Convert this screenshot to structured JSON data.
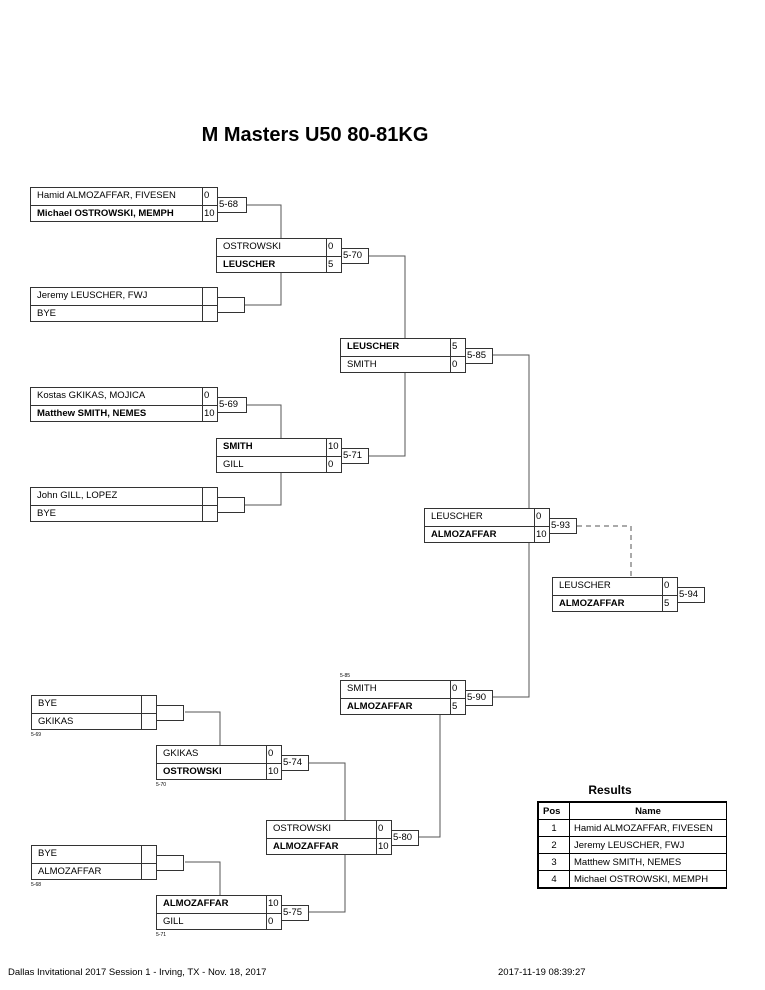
{
  "title": "M Masters U50 80-81KG",
  "matches": [
    {
      "id": "5-68",
      "top": {
        "name": "Hamid ALMOZAFFAR, FIVESEN",
        "score": "0",
        "winner": false
      },
      "bottom": {
        "name": "Michael OSTROWSKI, MEMPH",
        "score": "10",
        "winner": true
      }
    },
    {
      "id": "",
      "top": {
        "name": "Jeremy LEUSCHER, FWJ",
        "score": "",
        "winner": false
      },
      "bottom": {
        "name": "BYE",
        "score": "",
        "winner": false
      }
    },
    {
      "id": "5-69",
      "top": {
        "name": "Kostas GKIKAS, MOJICA",
        "score": "0",
        "winner": false
      },
      "bottom": {
        "name": "Matthew SMITH, NEMES",
        "score": "10",
        "winner": true
      }
    },
    {
      "id": "",
      "top": {
        "name": "John GILL, LOPEZ",
        "score": "",
        "winner": false
      },
      "bottom": {
        "name": "BYE",
        "score": "",
        "winner": false
      }
    },
    {
      "id": "5-70",
      "top": {
        "name": "OSTROWSKI",
        "score": "0",
        "winner": false
      },
      "bottom": {
        "name": "LEUSCHER",
        "score": "5",
        "winner": true
      }
    },
    {
      "id": "5-71",
      "top": {
        "name": "SMITH",
        "score": "10",
        "winner": true
      },
      "bottom": {
        "name": "GILL",
        "score": "0",
        "winner": false
      }
    },
    {
      "id": "5-85",
      "top": {
        "name": "LEUSCHER",
        "score": "5",
        "winner": true
      },
      "bottom": {
        "name": "SMITH",
        "score": "0",
        "winner": false
      }
    },
    {
      "id": "5-93",
      "top": {
        "name": "LEUSCHER",
        "score": "0",
        "winner": false
      },
      "bottom": {
        "name": "ALMOZAFFAR",
        "score": "10",
        "winner": true
      }
    },
    {
      "id": "5-94",
      "top": {
        "name": "LEUSCHER",
        "score": "0",
        "winner": false
      },
      "bottom": {
        "name": "ALMOZAFFAR",
        "score": "5",
        "winner": true
      }
    },
    {
      "id": "5-90",
      "ref": "5-85",
      "top": {
        "name": "SMITH",
        "score": "0",
        "winner": false
      },
      "bottom": {
        "name": "ALMOZAFFAR",
        "score": "5",
        "winner": true
      }
    },
    {
      "id": "",
      "ref": "5-69",
      "top": {
        "name": "BYE",
        "score": "",
        "winner": false
      },
      "bottom": {
        "name": "GKIKAS",
        "score": "",
        "winner": false
      }
    },
    {
      "id": "5-74",
      "ref": "5-70",
      "top": {
        "name": "GKIKAS",
        "score": "0",
        "winner": false
      },
      "bottom": {
        "name": "OSTROWSKI",
        "score": "10",
        "winner": true
      }
    },
    {
      "id": "5-80",
      "top": {
        "name": "OSTROWSKI",
        "score": "0",
        "winner": false
      },
      "bottom": {
        "name": "ALMOZAFFAR",
        "score": "10",
        "winner": true
      }
    },
    {
      "id": "",
      "ref": "5-68",
      "top": {
        "name": "BYE",
        "score": "",
        "winner": false
      },
      "bottom": {
        "name": "ALMOZAFFAR",
        "score": "",
        "winner": false
      }
    },
    {
      "id": "5-75",
      "ref": "5-71",
      "top": {
        "name": "ALMOZAFFAR",
        "score": "10",
        "winner": true
      },
      "bottom": {
        "name": "GILL",
        "score": "0",
        "winner": false
      }
    }
  ],
  "results": {
    "title": "Results",
    "headers": [
      "Pos",
      "Name"
    ],
    "rows": [
      {
        "pos": "1",
        "name": "Hamid ALMOZAFFAR, FIVESEN"
      },
      {
        "pos": "2",
        "name": "Jeremy LEUSCHER, FWJ"
      },
      {
        "pos": "3",
        "name": "Matthew SMITH, NEMES"
      },
      {
        "pos": "4",
        "name": "Michael OSTROWSKI, MEMPH"
      }
    ]
  },
  "footer": {
    "event": "Dallas Invitational 2017 Session 1 - Irving, TX - Nov. 18, 2017",
    "timestamp": "2017-11-19 08:39:27"
  }
}
